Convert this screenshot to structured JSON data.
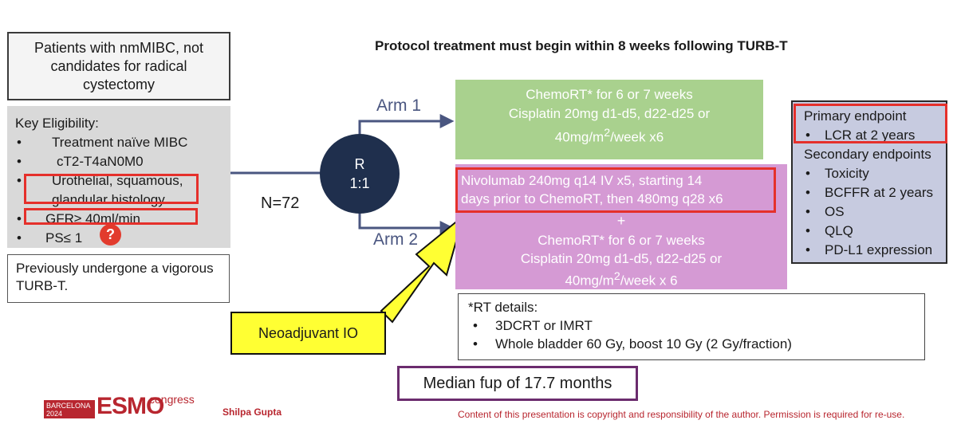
{
  "patients_box": {
    "text": "Patients with nmMIBC, not candidates for radical cystectomy"
  },
  "eligibility": {
    "title": "Key Eligibility:",
    "items": [
      "Treatment naïve MIBC",
      "cT2-T4aN0M0",
      "Urothelial, squamous,",
      "glandular histology",
      "GFR≥ 40ml/min",
      "PS≤ 1"
    ],
    "bullet": "•",
    "question_mark": "?"
  },
  "previous_box": {
    "text": "Previously undergone a vigorous TURB-T."
  },
  "protocol_note": "Protocol treatment must begin within 8 weeks following TURB-T",
  "randomization": {
    "line1": "R",
    "line2": "1:1",
    "n_label": "N=72"
  },
  "arm1": {
    "label": "Arm 1",
    "lines": [
      "ChemoRT* for 6 or 7 weeks",
      "Cisplatin 20mg d1-d5, d22-d25 or",
      "40mg/m",
      "2",
      "/week x6"
    ]
  },
  "arm2": {
    "label": "Arm 2",
    "nivolumab_lines": [
      "Nivolumab 240mg q14 IV x5, starting 14",
      "days prior to ChemoRT, then 480mg q28 x6"
    ],
    "plus": "+",
    "chemo_lines": [
      "ChemoRT* for 6 or 7 weeks",
      "Cisplatin 20mg d1-d5, d22-d25 or",
      "40mg/m",
      "2",
      "/week x 6"
    ]
  },
  "endpoints": {
    "primary_title": "Primary endpoint",
    "primary_items": [
      "LCR at 2 years"
    ],
    "secondary_title": "Secondary endpoints",
    "secondary_items": [
      "Toxicity",
      "BCFFR at 2 years",
      "OS",
      "QLQ",
      "PD-L1 expression"
    ]
  },
  "rt_details": {
    "title": "*RT details:",
    "items": [
      "3DCRT or IMRT",
      "Whole bladder 60 Gy, boost 10 Gy (2 Gy/fraction)"
    ]
  },
  "neoadjuvant_label": "Neoadjuvant IO",
  "median_followup": "Median fup of 17.7 months",
  "footer": {
    "logo_tag": "BARCELONA 2024",
    "logo_name": "ESMO",
    "logo_suffix": "congress",
    "author": "Shilpa Gupta",
    "copyright": "Content of this presentation is copyright and responsibility of the author. Permission is required for re-use."
  },
  "colors": {
    "arm1_fill": "#a9d18e",
    "arm2_fill": "#d59ad4",
    "endpoints_fill": "#c7cbe0",
    "randomization_fill": "#1f2f4d",
    "connector": "#4a5680",
    "highlight_red": "#e5302b",
    "neoadjuvant_fill": "#ffff33",
    "median_border": "#6b2c6e",
    "brand_red": "#b8262f"
  }
}
